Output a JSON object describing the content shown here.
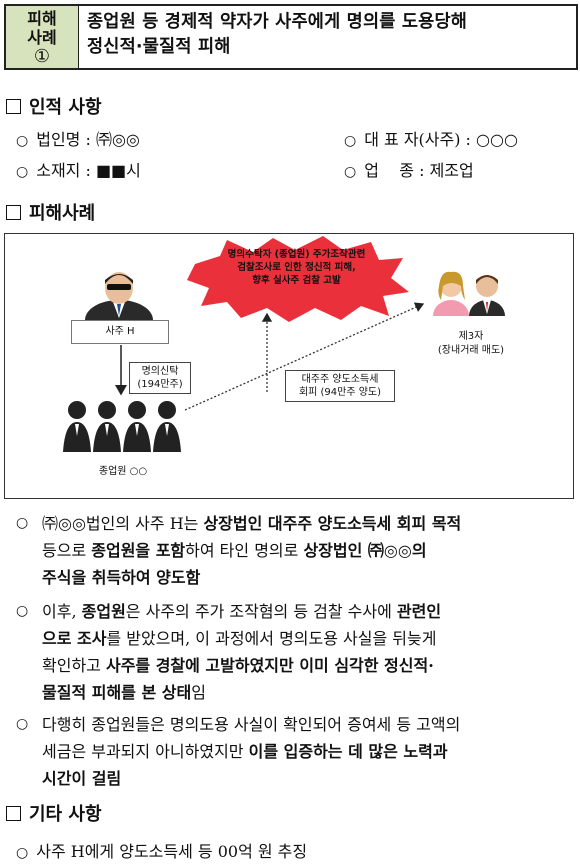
{
  "title": {
    "tag_line1": "피해",
    "tag_line2": "사례",
    "tag_number": "①",
    "text_line1": "종업원 등 경제적 약자가 사주에게 명의를 도용당해",
    "text_line2": "정신적·물질적 피해"
  },
  "section_info": {
    "heading": "인적 사항",
    "company_label": "법인명 : ㈜◎◎",
    "ceo_label": "대 표 자(사주) : ○○○",
    "location_label": "소재지 : ■■시",
    "business_label": "업    종 : 제조업"
  },
  "section_case": {
    "heading": "피해사례"
  },
  "diagram": {
    "burst_line1": "명의수탁자 (종업원) 주가조작관련",
    "burst_line2": "검찰조사로 인한 정신적 피해,",
    "burst_line3": "향후 실사주 검찰 고발",
    "owner_label": "사주 H",
    "nominee_line1": "명의신탁",
    "nominee_line2": "(194만주)",
    "employee_label": "종업원 ○○",
    "transfer_line1": "대주주 양도소득세",
    "transfer_line2": "회피 (94만주 양도)",
    "third_line1": "제3자",
    "third_line2": "(장내거래 매도)"
  },
  "bullets": {
    "b1_p1": "㈜◎◎법인의 사주 H는 ",
    "b1_b1": "상장법인 대주주 양도소득세 회피 목적",
    "b1_p2": "등으로 ",
    "b1_b2": "종업원을 포함",
    "b1_p3": "하여 타인 명의로 ",
    "b1_b3": "상장법인 ㈜◎◎의",
    "b1_b4": "주식을 취득하여 양도함",
    "b2_p1": "이후, ",
    "b2_b1": "종업원",
    "b2_p2": "은 사주의 주가 조작혐의 등 검찰 수사에 ",
    "b2_b2": "관련인",
    "b2_b3": "으로 조사",
    "b2_p3": "를 받았으며, 이 과정에서 명의도용 사실을 뒤늦게",
    "b2_p4": "확인하고 ",
    "b2_b4": "사주를 경찰에 고발하였지만 이미 심각한 정신적·",
    "b2_b5": "물질적 피해를 본 상태",
    "b2_p5": "임",
    "b3_p1": "다행히 종업원들은 명의도용 사실이 확인되어 증여세 등 고액의",
    "b3_p2": "세금은 부과되지 아니하였지만 ",
    "b3_b1": "이를 입증하는 데 많은 노력과",
    "b3_b2": "시간이 걸림"
  },
  "section_other": {
    "heading": "기타 사항",
    "item": "사주 H에게 양도소득세 등 00억 원 추징"
  },
  "colors": {
    "title_tag_bg": "#d7e3bc",
    "burst_red": "#e8202a"
  }
}
